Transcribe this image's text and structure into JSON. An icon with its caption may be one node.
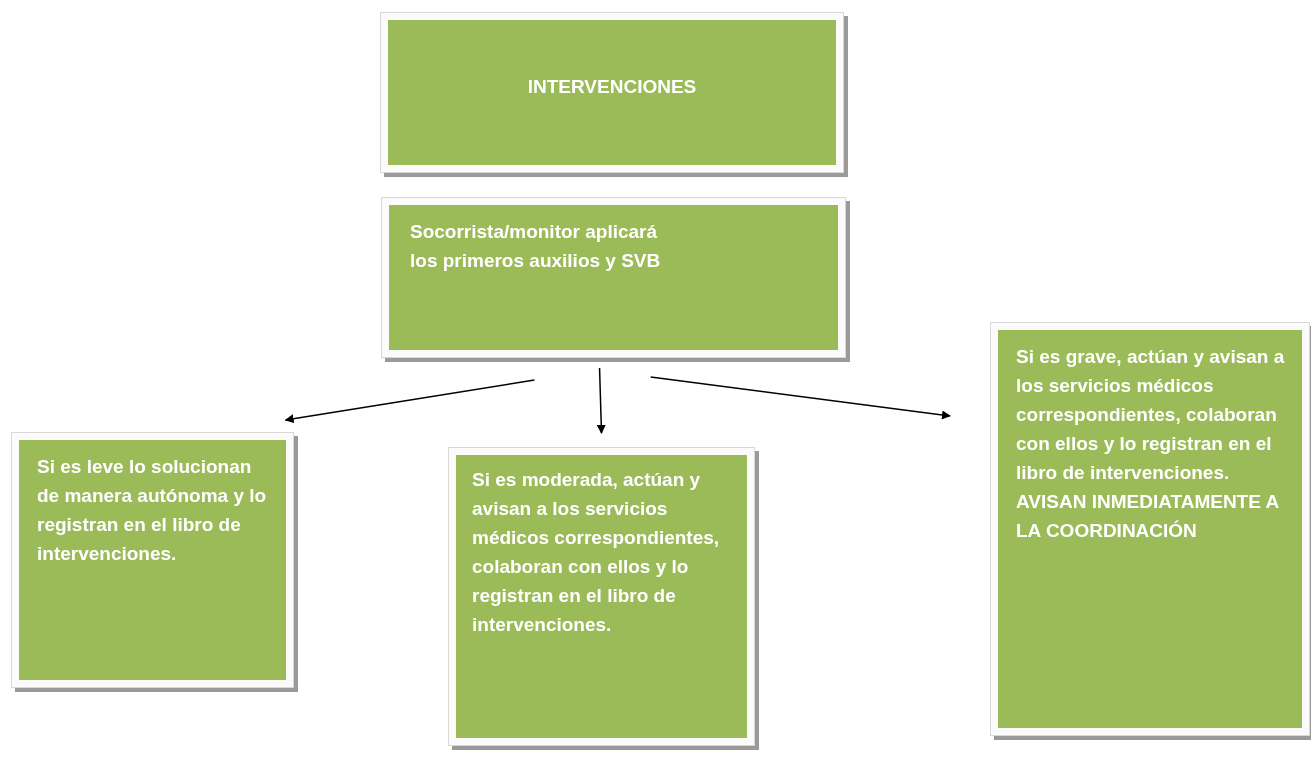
{
  "diagram": {
    "nodes": [
      {
        "text": [
          "INTERVENCIONES"
        ]
      },
      {
        "text": [
          "Socorrista/monitor aplicará los primeros auxilios y SVB"
        ]
      },
      {
        "text": [
          "Si es leve lo solucionan de manera autónoma y lo registran en el libro de intervenciones."
        ]
      },
      {
        "text": [
          "Si es moderada, actúan y avisan a los servicios médicos correspondientes, colaboran con ellos y lo registran en el libro de intervenciones."
        ]
      },
      {
        "text": [
          "Si es grave, actúan y avisan a los servicios médicos correspondientes, colaboran con ellos y lo registran en el libro de intervenciones. AVISAN INMEDIATAMENTE A LA COORDINACIÓN"
        ]
      }
    ],
    "edges": [
      {
        "from": 1,
        "to": 2,
        "arrow": "to"
      },
      {
        "from": 1,
        "to": 3,
        "arrow": "to"
      },
      {
        "from": 1,
        "to": 4,
        "arrow": "to"
      }
    ]
  }
}
